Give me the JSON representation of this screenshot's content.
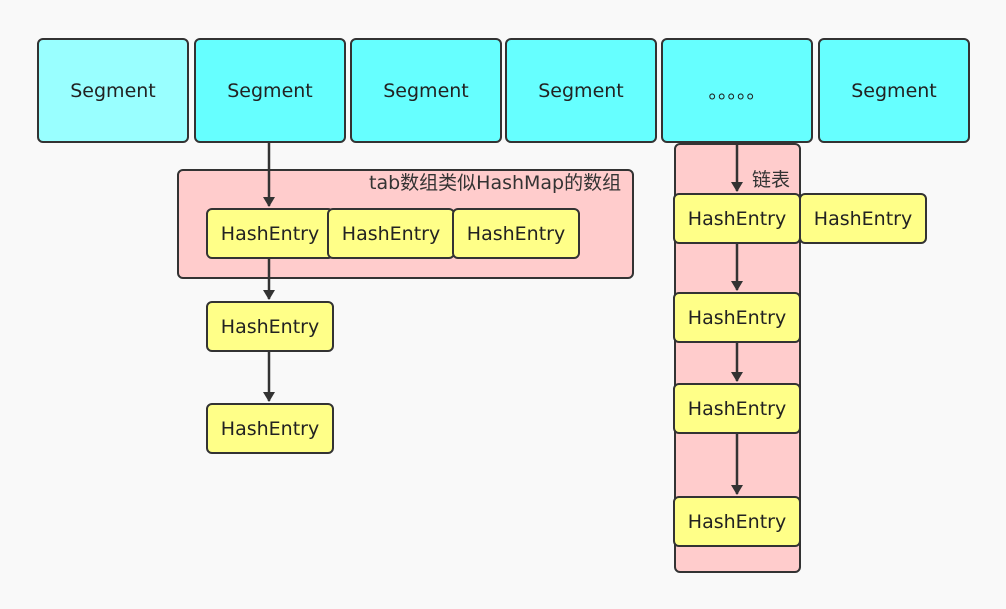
{
  "colors": {
    "segment_fill": "#66ffff",
    "segment_first_fill": "#99ffff",
    "entry_fill": "#ffff88",
    "group_fill": "#ffcccc",
    "stroke": "#333333",
    "background": "#f9f9f9"
  },
  "segments": [
    "Segment",
    "Segment",
    "Segment",
    "Segment",
    "。。。。。",
    "Segment"
  ],
  "table_group": {
    "label": "tab数组类似HashMap的数组",
    "entries": [
      "HashEntry",
      "HashEntry",
      "HashEntry"
    ],
    "chain": [
      "HashEntry",
      "HashEntry"
    ]
  },
  "linked_list_group": {
    "label": "链表",
    "entries": [
      "HashEntry",
      "HashEntry",
      "HashEntry",
      "HashEntry"
    ],
    "side_entry": "HashEntry"
  }
}
